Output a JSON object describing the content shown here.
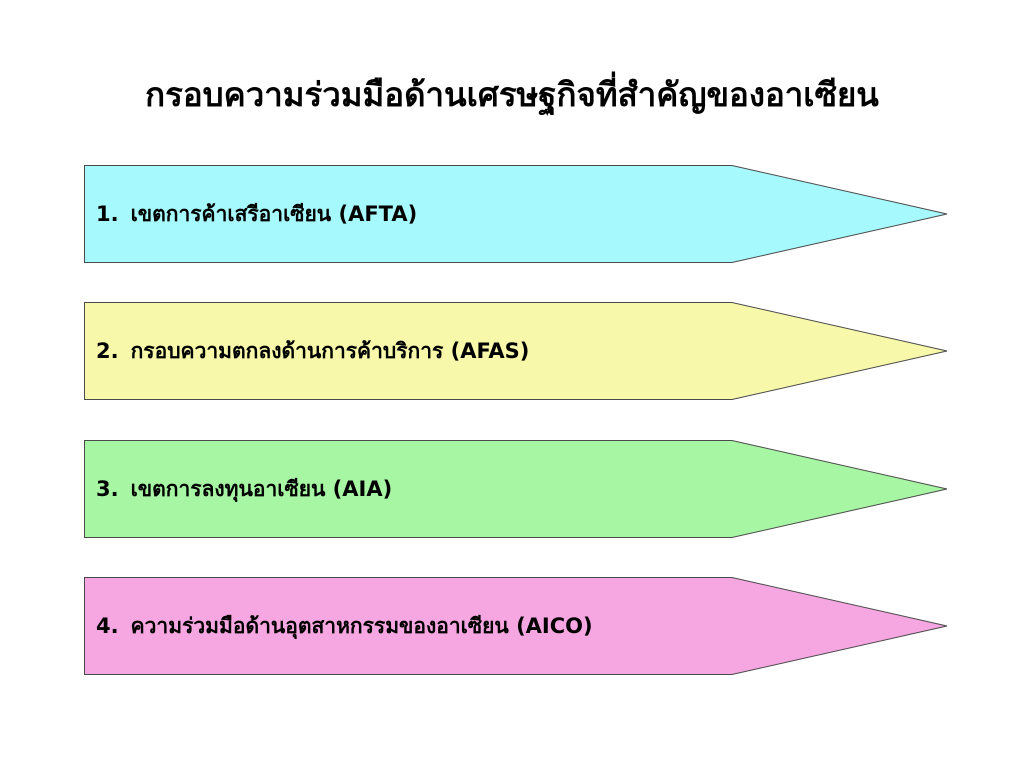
{
  "title": "กรอบความร่วมมือด้านเศรษฐกิจที่สำคัญของอาเซียน",
  "items": [
    {
      "number": "1.",
      "text": "เขตการค้าเสรีอาเซียน (AFTA)",
      "color": "#A6F9FC"
    },
    {
      "number": "2.",
      "text": "กรอบความตกลงด้านการค้าบริการ (AFAS)",
      "color": "#F7F8A9"
    },
    {
      "number": "3.",
      "text": "เขตการลงทุนอาเซียน (AIA)",
      "color": "#A7F6A4"
    },
    {
      "number": "4.",
      "text": "ความร่วมมือด้านอุตสาหกรรมของอาเซียน (AICO)",
      "color": "#F6A6E1"
    }
  ]
}
